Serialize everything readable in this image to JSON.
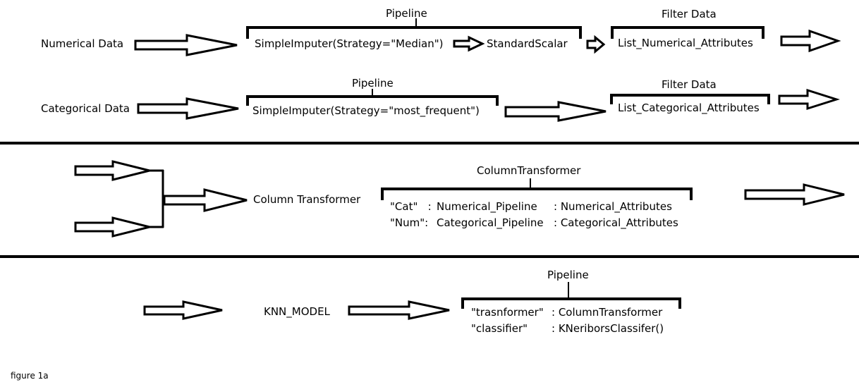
{
  "section1": {
    "numerical_label": "Numerical Data",
    "pipeline_title": "Pipeline",
    "imputer_median": "SimpleImputer(Strategy=\"Median\")",
    "standard_scalar": "StandardScalar",
    "filter_title": "Filter Data",
    "num_attributes": "List_Numerical_Attributes",
    "categorical_label": "Categorical Data",
    "pipeline_title_2": "Pipeline",
    "imputer_frequent": "SimpleImputer(Strategy=\"most_frequent\")",
    "filter_title_2": "Filter Data",
    "cat_attributes": "List_Categorical_Attributes"
  },
  "section2": {
    "column_transformer_label": "Column Transformer",
    "bracket_title": "ColumnTransformer",
    "row1": {
      "key": "\"Cat\"   :",
      "pipeline": "Numerical_Pipeline",
      "attrs": ": Numerical_Attributes"
    },
    "row2": {
      "key": "\"Num\":",
      "pipeline": "Categorical_Pipeline",
      "attrs": ": Categorical_Attributes"
    }
  },
  "section3": {
    "knn_label": "KNN_MODEL",
    "pipeline_title": "Pipeline",
    "row1": {
      "key": "\"trasnformer\"",
      "value": ": ColumnTransformer"
    },
    "row2": {
      "key": "\"classifier\"",
      "value": ": KNeriborsClassifer()"
    }
  },
  "caption": "figure 1a"
}
